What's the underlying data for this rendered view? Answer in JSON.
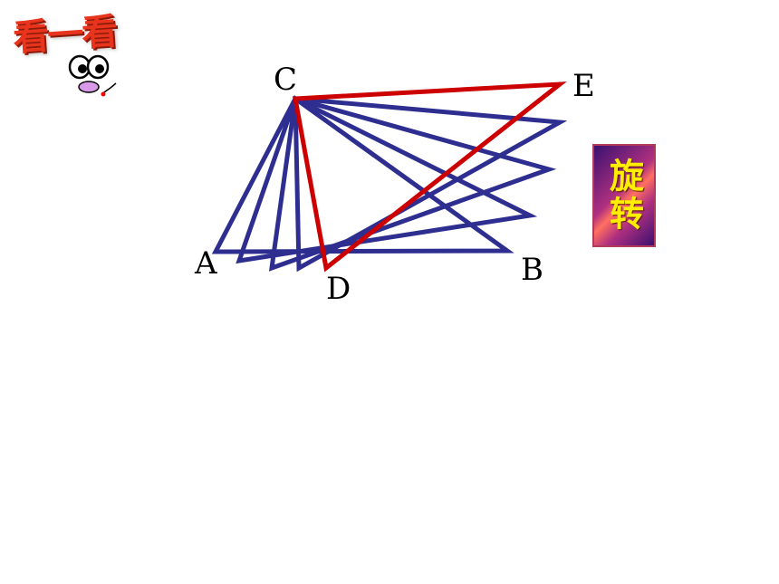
{
  "header": {
    "title_art": "看一看"
  },
  "diagram": {
    "points": {
      "C": "C",
      "E": "E",
      "A": "A",
      "B": "B",
      "D": "D"
    }
  },
  "controls": {
    "rotate_label": "旋转"
  },
  "colors": {
    "blue_triangle": "#2e2e90",
    "red_triangle": "#cc0000",
    "button_text": "#ffee00"
  }
}
